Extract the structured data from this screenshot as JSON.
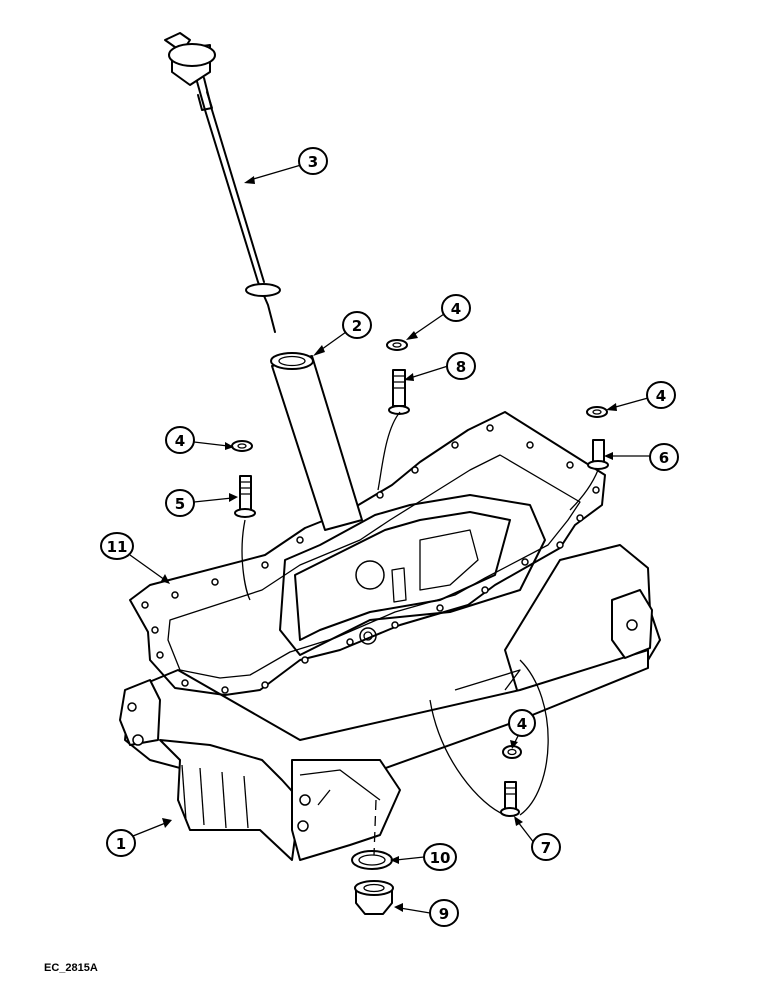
{
  "drawing": {
    "caption": "EC_2815A",
    "callouts": [
      {
        "id": "callout-1",
        "label": "1"
      },
      {
        "id": "callout-2",
        "label": "2"
      },
      {
        "id": "callout-3",
        "label": "3"
      },
      {
        "id": "callout-4a",
        "label": "4"
      },
      {
        "id": "callout-4b",
        "label": "4"
      },
      {
        "id": "callout-4c",
        "label": "4"
      },
      {
        "id": "callout-4d",
        "label": "4"
      },
      {
        "id": "callout-5",
        "label": "5"
      },
      {
        "id": "callout-6",
        "label": "6"
      },
      {
        "id": "callout-7",
        "label": "7"
      },
      {
        "id": "callout-8",
        "label": "8"
      },
      {
        "id": "callout-9",
        "label": "9"
      },
      {
        "id": "callout-10",
        "label": "10"
      },
      {
        "id": "callout-11",
        "label": "11"
      }
    ]
  },
  "colors": {
    "ink": "#000000",
    "paper": "#ffffff"
  }
}
